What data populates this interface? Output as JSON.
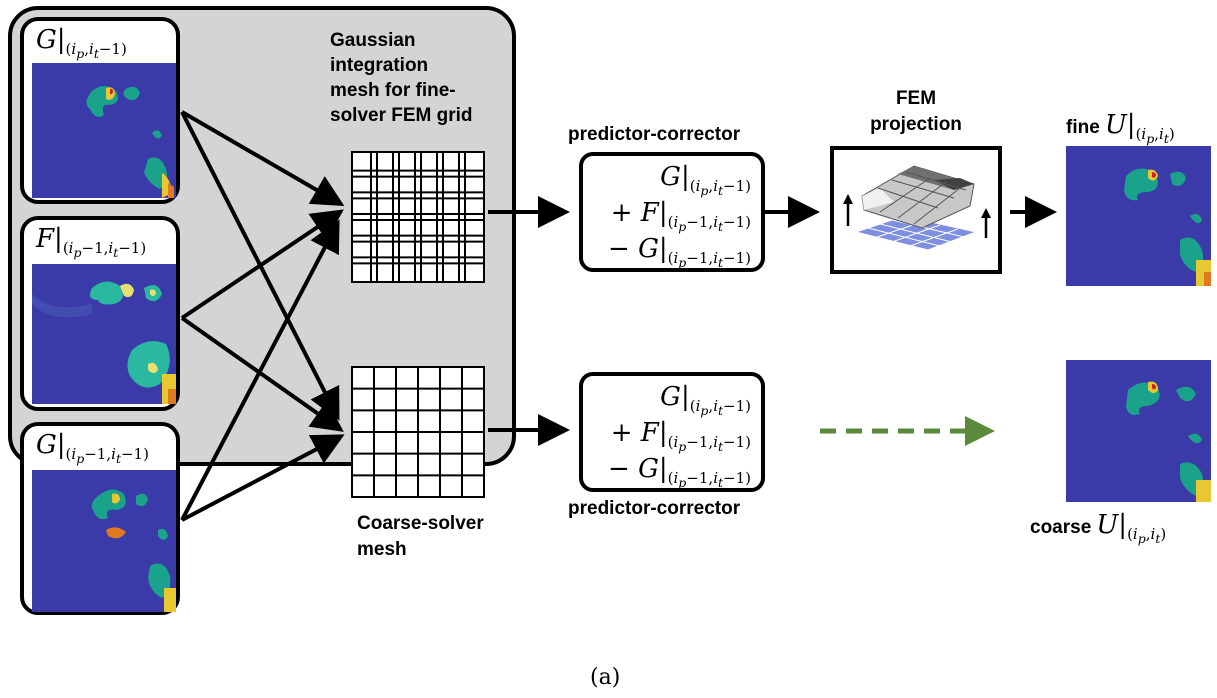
{
  "inputs": [
    {
      "sym": "G",
      "sub": "(i_p, i_{t−1})",
      "label_html": "(<i>i<sub>p</sub></i>,<i>i<sub>t</sub></i><sub>−1</sub>)"
    },
    {
      "sym": "F",
      "sub": "(i_{p−1}, i_{t−1})",
      "label_html": "(<i>i<sub>p</sub></i><sub>−1</sub>,<i>i<sub>t</sub></i><sub>−1</sub>)"
    },
    {
      "sym": "G",
      "sub": "(i_{p−1}, i_{t−1})",
      "label_html": "(<i>i<sub>p</sub></i><sub>−1</sub>,<i>i<sub>t</sub></i><sub>−1</sub>)"
    }
  ],
  "labels": {
    "gauss_mesh_line1": "Gaussian",
    "gauss_mesh_line2": "integration",
    "gauss_mesh_line3": "mesh for fine-",
    "gauss_mesh_line4": "solver FEM grid",
    "coarse_mesh_line1": "Coarse-solver",
    "coarse_mesh_line2": "mesh",
    "pc_top": "predictor-corrector",
    "pc_bottom": "predictor-corrector",
    "fem_line1": "FEM",
    "fem_line2": "projection",
    "fine_word": "fine",
    "coarse_word": "coarse",
    "output_sym": "U",
    "caption": "(a)"
  },
  "colors": {
    "panel_bg": "#d4d4d4",
    "sim_blue": "#3a3aa8",
    "dashed_arrow": "#5a8a3a",
    "fem_plane": "#7e8fe0"
  },
  "icons": [
    "arrow-icon",
    "dashed-arrow-icon",
    "up-arrow-icon"
  ]
}
